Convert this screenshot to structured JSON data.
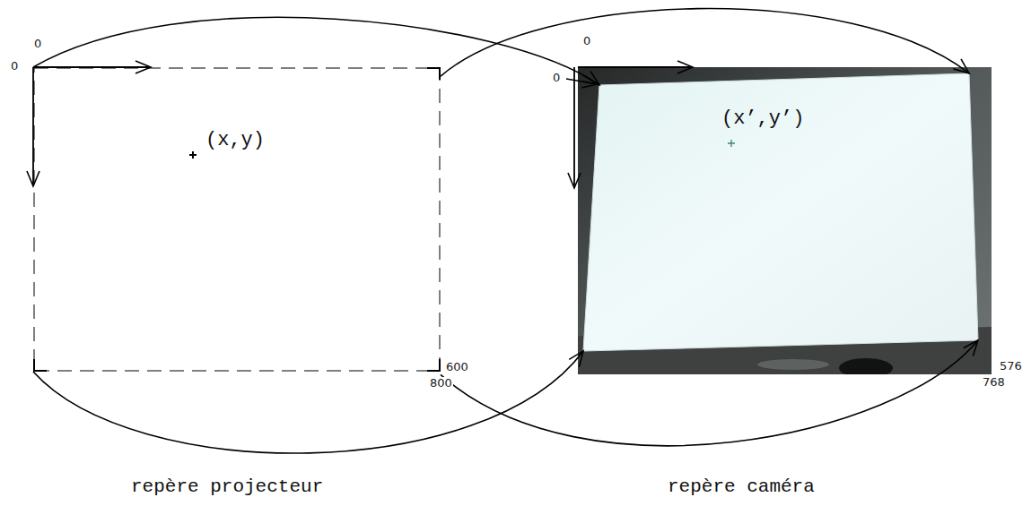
{
  "diagram": {
    "nodes": [
      {
        "text": [
          "(x,y)"
        ]
      },
      {
        "text": [
          "(x’,y’)"
        ]
      }
    ],
    "edges": [
      {
        "from": 0,
        "to": 1,
        "arrow": "to"
      },
      {
        "from": 0,
        "to": 1,
        "arrow": "to"
      },
      {
        "from": 0,
        "to": 1,
        "arrow": "to"
      },
      {
        "from": 0,
        "to": 1,
        "arrow": "to"
      }
    ],
    "labels": [
      "0",
      "0",
      "600",
      "800",
      "0",
      "0",
      "576",
      "768",
      "repère projecteur",
      "repère caméra"
    ]
  }
}
